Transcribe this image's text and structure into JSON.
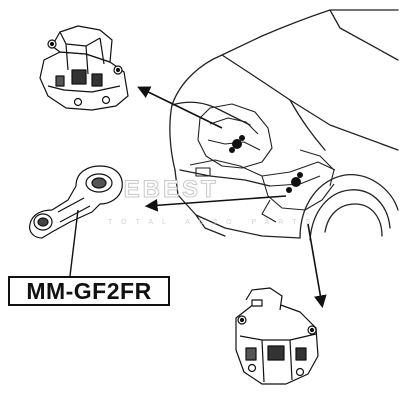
{
  "part_code": "MM-GF2FR",
  "watermark": {
    "brand": "FEBEST",
    "tagline": "TOTAL AUTO PARTS"
  },
  "colors": {
    "ink": "#111111",
    "watermark": "#c8c8c8",
    "background": "#ffffff"
  },
  "callouts": [
    "top-left-engine-mount",
    "torque-rod-mount",
    "bottom-right-engine-mount"
  ]
}
